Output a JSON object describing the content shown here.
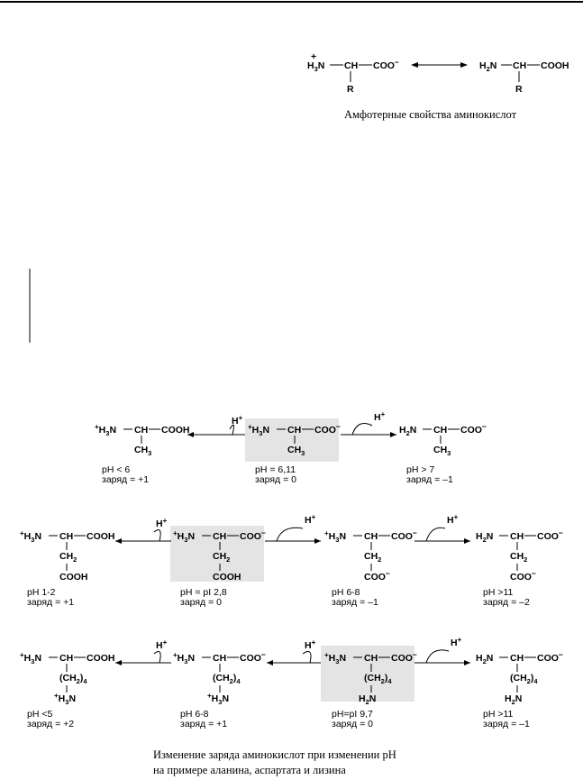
{
  "top_figure": {
    "left": {
      "charge": "+",
      "amine": "H",
      "amine_sub": "3",
      "amine_tail": "N",
      "ch": "CH",
      "acid": "COO",
      "acid_charge": "−",
      "r": "R"
    },
    "right": {
      "amine": "H",
      "amine_sub": "2",
      "amine_tail": "N",
      "ch": "CH",
      "acid": "COOH",
      "r": "R"
    },
    "caption": "Амфотерные свойства аминокислот"
  },
  "proton": {
    "text": "H",
    "charge": "+"
  },
  "rows": [
    {
      "species": [
        {
          "n_charge": "+",
          "n_h": "H",
          "n_sub": "3",
          "n_tail": "N",
          "ch": "CH",
          "acid": "COOH",
          "acid_charge": "",
          "side1": "CH",
          "side1_sub": "3",
          "side2": "",
          "side2_charge": "",
          "side2_h": "",
          "side2_sub": "",
          "side2_tail": "",
          "ph": "pH < 6",
          "charge_text": "заряд = +1"
        },
        {
          "n_charge": "+",
          "n_h": "H",
          "n_sub": "3",
          "n_tail": "N",
          "ch": "CH",
          "acid": "COO",
          "acid_charge": "−",
          "side1": "CH",
          "side1_sub": "3",
          "side2": "",
          "side2_charge": "",
          "side2_h": "",
          "side2_sub": "",
          "side2_tail": "",
          "ph": "pH = 6,11",
          "charge_text": "заряд = 0"
        },
        {
          "n_charge": "",
          "n_h": "H",
          "n_sub": "2",
          "n_tail": "N",
          "ch": "CH",
          "acid": "COO",
          "acid_charge": "−",
          "side1": "CH",
          "side1_sub": "3",
          "side2": "",
          "side2_charge": "",
          "side2_h": "",
          "side2_sub": "",
          "side2_tail": "",
          "ph": "pH > 7",
          "charge_text": "заряд = –1"
        }
      ]
    },
    {
      "species": [
        {
          "n_charge": "+",
          "n_h": "H",
          "n_sub": "3",
          "n_tail": "N",
          "ch": "CH",
          "acid": "COOH",
          "acid_charge": "",
          "side1": "CH",
          "side1_sub": "2",
          "side2": "COOH",
          "side2_charge": "",
          "side2_h": "",
          "side2_sub": "",
          "side2_tail": "",
          "ph": "pH 1-2",
          "charge_text": "заряд = +1"
        },
        {
          "n_charge": "+",
          "n_h": "H",
          "n_sub": "3",
          "n_tail": "N",
          "ch": "CH",
          "acid": "COO",
          "acid_charge": "−",
          "side1": "CH",
          "side1_sub": "2",
          "side2": "COOH",
          "side2_charge": "",
          "side2_h": "",
          "side2_sub": "",
          "side2_tail": "",
          "ph": "pH = pI 2,8",
          "charge_text": "заряд = 0"
        },
        {
          "n_charge": "+",
          "n_h": "H",
          "n_sub": "3",
          "n_tail": "N",
          "ch": "CH",
          "acid": "COO",
          "acid_charge": "−",
          "side1": "CH",
          "side1_sub": "2",
          "side2": "COO",
          "side2_charge": "−",
          "side2_h": "",
          "side2_sub": "",
          "side2_tail": "",
          "ph": "pH 6-8",
          "charge_text": "заряд = –1"
        },
        {
          "n_charge": "",
          "n_h": "H",
          "n_sub": "2",
          "n_tail": "N",
          "ch": "CH",
          "acid": "COO",
          "acid_charge": "−",
          "side1": "CH",
          "side1_sub": "2",
          "side2": "COO",
          "side2_charge": "−",
          "side2_h": "",
          "side2_sub": "",
          "side2_tail": "",
          "ph": "pH >11",
          "charge_text": "заряд = –2"
        }
      ]
    },
    {
      "species": [
        {
          "n_charge": "+",
          "n_h": "H",
          "n_sub": "3",
          "n_tail": "N",
          "ch": "CH",
          "acid": "COOH",
          "acid_charge": "",
          "side1": "(CH",
          "side1_sub": "2",
          "side1_tail": ")",
          "side1_sub2": "4",
          "side2_charge": "+",
          "side2_h": "H",
          "side2_sub": "3",
          "side2_tail": "N",
          "ph": "pH <5",
          "charge_text": "заряд = +2"
        },
        {
          "n_charge": "+",
          "n_h": "H",
          "n_sub": "3",
          "n_tail": "N",
          "ch": "CH",
          "acid": "COO",
          "acid_charge": "−",
          "side1": "(CH",
          "side1_sub": "2",
          "side1_tail": ")",
          "side1_sub2": "4",
          "side2_charge": "+",
          "side2_h": "H",
          "side2_sub": "3",
          "side2_tail": "N",
          "ph": "pH 6-8",
          "charge_text": "заряд = +1"
        },
        {
          "n_charge": "+",
          "n_h": "H",
          "n_sub": "3",
          "n_tail": "N",
          "ch": "CH",
          "acid": "COO",
          "acid_charge": "−",
          "side1": "(CH",
          "side1_sub": "2",
          "side1_tail": ")",
          "side1_sub2": "4",
          "side2_charge": "",
          "side2_h": "H",
          "side2_sub": "2",
          "side2_tail": "N",
          "ph": "pH=pI 9,7",
          "charge_text": "заряд = 0"
        },
        {
          "n_charge": "",
          "n_h": "H",
          "n_sub": "2",
          "n_tail": "N",
          "ch": "CH",
          "acid": "COO",
          "acid_charge": "−",
          "side1": "(CH",
          "side1_sub": "2",
          "side1_tail": ")",
          "side1_sub2": "4",
          "side2_charge": "",
          "side2_h": "H",
          "side2_sub": "2",
          "side2_tail": "N",
          "ph": "pH >11",
          "charge_text": "заряд = –1"
        }
      ]
    }
  ],
  "bottom_caption": {
    "line1": "Изменение заряда аминокислот при изменении pH",
    "line2": "на примере аланина, аспартата и лизина"
  },
  "colors": {
    "highlight": "#e4e4e4",
    "ink": "#000000"
  }
}
